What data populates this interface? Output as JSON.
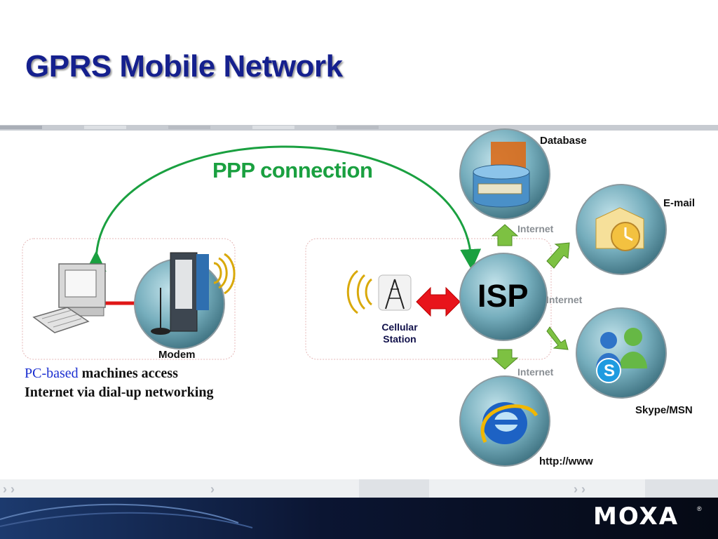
{
  "title": "GPRS Mobile Network",
  "ppp_label": "PPP connection",
  "nodes": {
    "database": "Database",
    "email": "E-mail",
    "isp": "ISP",
    "skype": "Skype/MSN",
    "www": "http://www",
    "modem": "Modem",
    "cellular_line1": "Cellular",
    "cellular_line2": "Station"
  },
  "internet_labels": [
    "Internet",
    "Internet",
    "Internet"
  ],
  "caption": {
    "highlight": "PC-based",
    "line1_rest": " machines access",
    "line2": "Internet via dial-up networking"
  },
  "footer": {
    "logo": "MOXA",
    "registered": "®"
  },
  "colors": {
    "title": "#15208e",
    "ppp": "#1aa040",
    "arrow_green": "#7dc142",
    "arrow_red": "#e8141b",
    "footer": "#0b1532"
  }
}
